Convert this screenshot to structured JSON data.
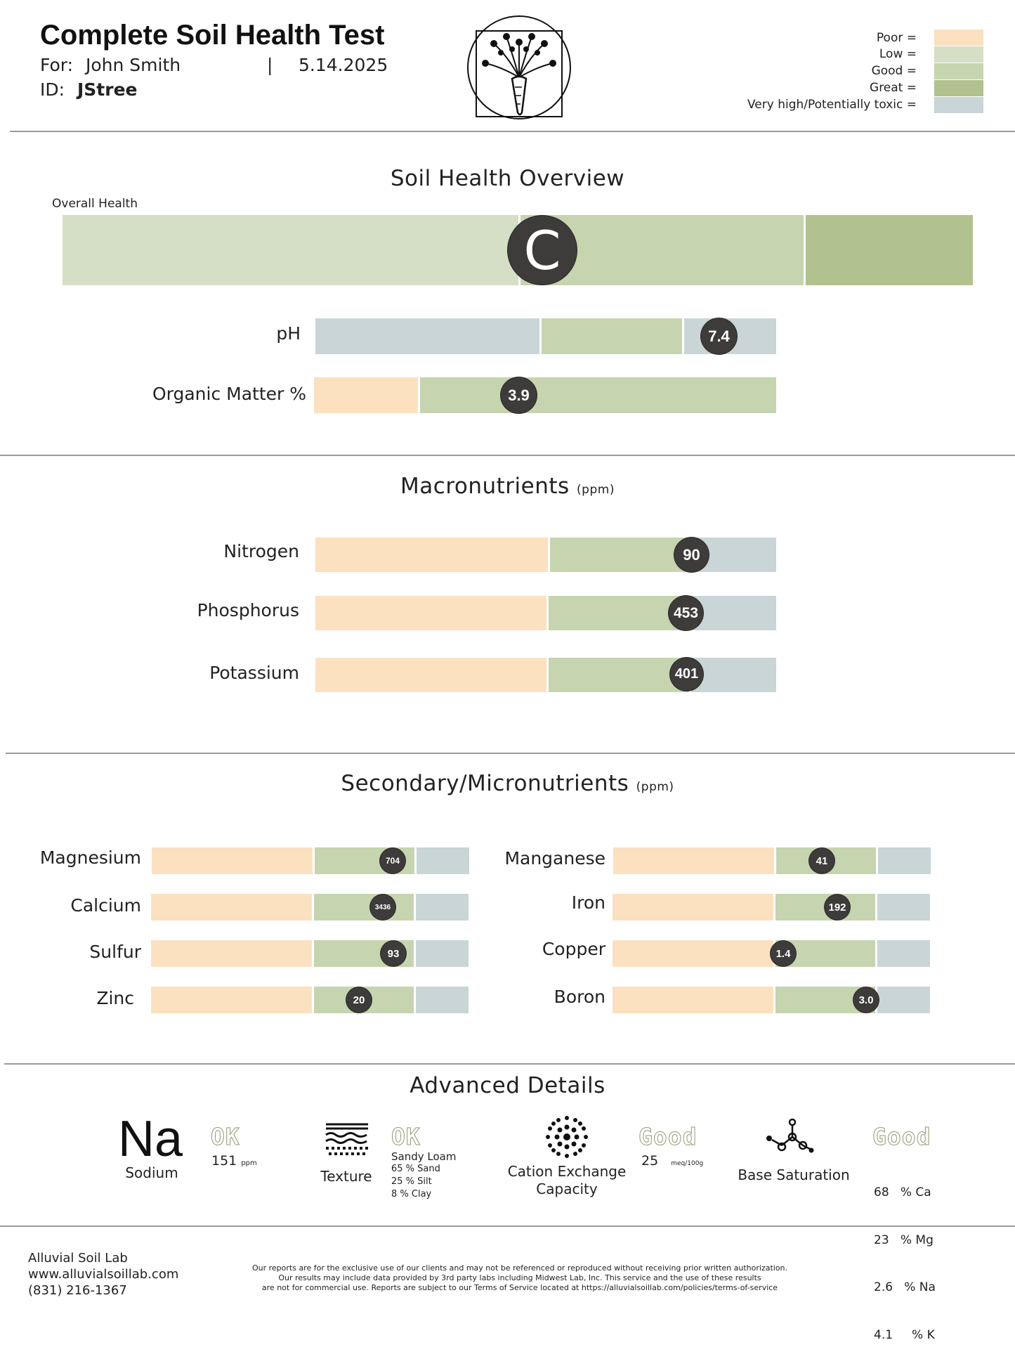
{
  "header": {
    "title": "Complete Soil Health Test",
    "for_label": "For:",
    "client_name": "John Smith",
    "separator": "|",
    "date": "5.14.2025",
    "id_label": "ID:",
    "id_value": "JStree"
  },
  "legend": [
    {
      "label": "Poor =",
      "color": "#fbe1c0"
    },
    {
      "label": "Low =",
      "color": "#d5dfc5"
    },
    {
      "label": "Good =",
      "color": "#c6d4b0"
    },
    {
      "label": "Great =",
      "color": "#b1c28e"
    },
    {
      "label": "Very high/Potentially toxic =",
      "color": "#c9d5d6"
    }
  ],
  "overview": {
    "title": "Soil Health Overview",
    "overall_label": "Overall Health",
    "grade": "C",
    "ph": {
      "label": "pH",
      "value": "7.4"
    },
    "organic": {
      "label": "Organic Matter %",
      "value": "3.9"
    }
  },
  "macro": {
    "title": "Macronutrients",
    "unit": "(ppm)",
    "items": [
      {
        "label": "Nitrogen",
        "value": "90"
      },
      {
        "label": "Phosphorus",
        "value": "453"
      },
      {
        "label": "Potassium",
        "value": "401"
      }
    ]
  },
  "secondary": {
    "title": "Secondary/Micronutrients",
    "unit": "(ppm)",
    "left": [
      {
        "label": "Magnesium",
        "value": "704"
      },
      {
        "label": "Calcium",
        "value": "3436"
      },
      {
        "label": "Sulfur",
        "value": "93"
      },
      {
        "label": "Zinc",
        "value": "20"
      }
    ],
    "right": [
      {
        "label": "Manganese",
        "value": "41"
      },
      {
        "label": "Iron",
        "value": "192"
      },
      {
        "label": "Copper",
        "value": "1.4"
      },
      {
        "label": "Boron",
        "value": "3.0"
      }
    ]
  },
  "advanced": {
    "title": "Advanced Details",
    "sodium": {
      "symbol": "Na",
      "label": "Sodium",
      "status": "OK",
      "value": "151",
      "unit": "ppm"
    },
    "texture": {
      "label": "Texture",
      "status": "OK",
      "type": "Sandy Loam",
      "lines": [
        "65 % Sand",
        "25 % Silt",
        "8   % Clay"
      ]
    },
    "cec": {
      "label_1": "Cation Exchange",
      "label_2": "Capacity",
      "status": "Good",
      "value": "25",
      "unit": "meq/100g"
    },
    "base": {
      "label": "Base Saturation",
      "status": "Good",
      "lines": [
        "68   % Ca",
        "23   % Mg",
        "2.6   % Na",
        "4.1     % K"
      ]
    }
  },
  "footer": {
    "company": "Alluvial Soil Lab",
    "website": "www.alluvialsoillab.com",
    "phone": "(831) 216-1367",
    "note_1": "Our reports are for the exclusive use of our clients and may not be referenced or reproduced without receiving prior written authorization.",
    "note_2": "Our results may include data provided by 3rd party labs including Midwest Lab, Inc. This service and the use of these results",
    "note_3": "are not for commercial use. Reports are subject to our Terms of Service located at https://alluvialsoillab.com/policies/terms-of-service"
  }
}
